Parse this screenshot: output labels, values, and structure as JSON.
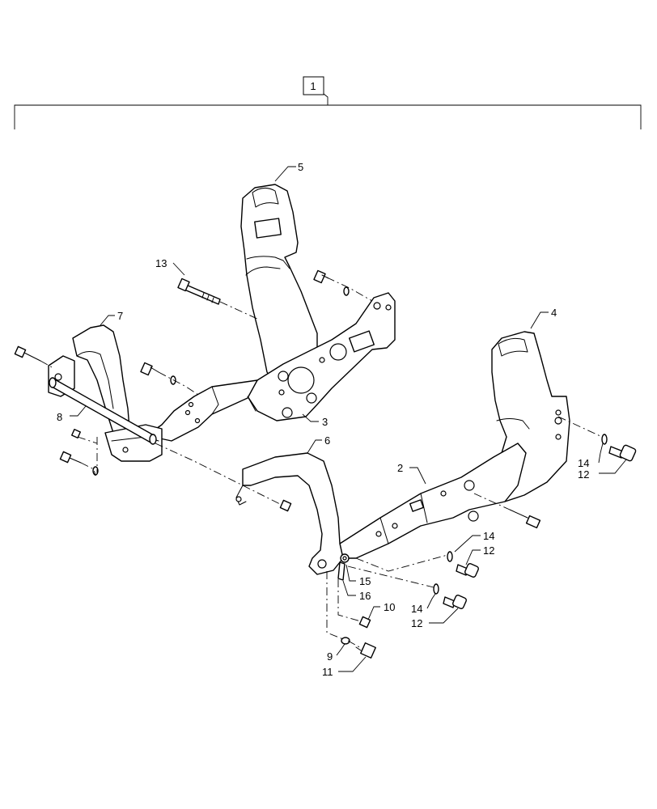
{
  "assembly": {
    "label": "1"
  },
  "callouts": {
    "c2": "2",
    "c3": "3",
    "c4": "4",
    "c5": "5",
    "c6": "6",
    "c7": "7",
    "c8": "8",
    "c9": "9",
    "c10": "10",
    "c11": "11",
    "c12a": "12",
    "c12b": "12",
    "c12c": "12",
    "c13": "13",
    "c14a": "14",
    "c14b": "14",
    "c14c": "14",
    "c15": "15",
    "c16": "16"
  }
}
